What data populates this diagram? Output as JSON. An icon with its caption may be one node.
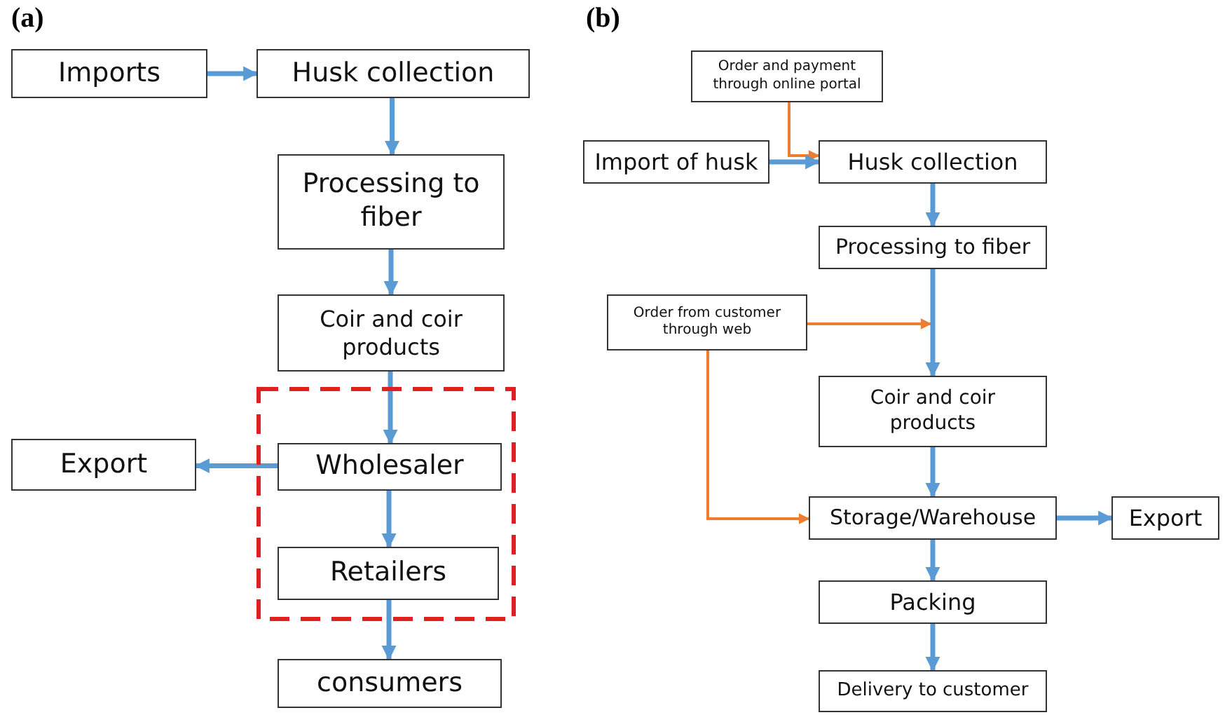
{
  "diagram": {
    "nodes": [
      {
        "text": [
          "Imports"
        ]
      },
      {
        "text": [
          "Husk collection"
        ]
      },
      {
        "text": [
          "Processing to fiber"
        ]
      },
      {
        "text": [
          "Coir and coir products"
        ]
      },
      {
        "text": [],
        "shape": "box"
      },
      {
        "text": [
          "Export"
        ]
      },
      {
        "text": [
          "Wholesaler"
        ],
        "in": 4
      },
      {
        "text": [
          "Retailers"
        ],
        "in": 4
      },
      {
        "text": [
          "consumers"
        ]
      },
      {
        "text": [
          "Order and payment through online portal"
        ]
      },
      {
        "text": [
          "Import of husk"
        ]
      },
      {
        "text": [
          "Husk collection"
        ]
      },
      {
        "text": [
          "Processing to fiber"
        ]
      },
      {
        "text": [
          "Order from customer through web"
        ]
      },
      {
        "text": [
          "Coir and coir products"
        ]
      },
      {
        "text": [
          "Storage/Warehouse"
        ]
      },
      {
        "text": [
          "Export"
        ]
      },
      {
        "text": [
          "Packing"
        ]
      },
      {
        "text": [
          "Delivery to customer"
        ]
      }
    ],
    "edges": [
      {
        "from": 0,
        "to": 1,
        "arrow": "to"
      },
      {
        "from": 1,
        "to": 2,
        "arrow": "to"
      },
      {
        "from": 2,
        "to": 3,
        "arrow": "to"
      },
      {
        "from": 3,
        "to": 6,
        "arrow": "to"
      },
      {
        "from": 6,
        "to": 5,
        "arrow": "to"
      },
      {
        "from": 6,
        "to": 7,
        "arrow": "to"
      },
      {
        "from": 7,
        "to": 8,
        "arrow": "to"
      },
      {
        "from": 9,
        "to": 11,
        "arrow": "to",
        "color": "#ed7d31"
      },
      {
        "from": 10,
        "to": 11,
        "arrow": "to"
      },
      {
        "from": 11,
        "to": 12,
        "arrow": "to"
      },
      {
        "from": 13,
        "to": null,
        "arrow": "to",
        "color": "#ed7d31"
      },
      {
        "from": 12,
        "to": 14,
        "arrow": "to"
      },
      {
        "from": 13,
        "to": 15,
        "arrow": "to",
        "color": "#ed7d31"
      },
      {
        "from": 14,
        "to": 15,
        "arrow": "to"
      },
      {
        "from": 15,
        "to": 16,
        "arrow": "to"
      },
      {
        "from": 15,
        "to": 17,
        "arrow": "to"
      },
      {
        "from": 17,
        "to": 18,
        "arrow": "to"
      }
    ],
    "labels": [
      "(a)",
      "(b)"
    ]
  }
}
